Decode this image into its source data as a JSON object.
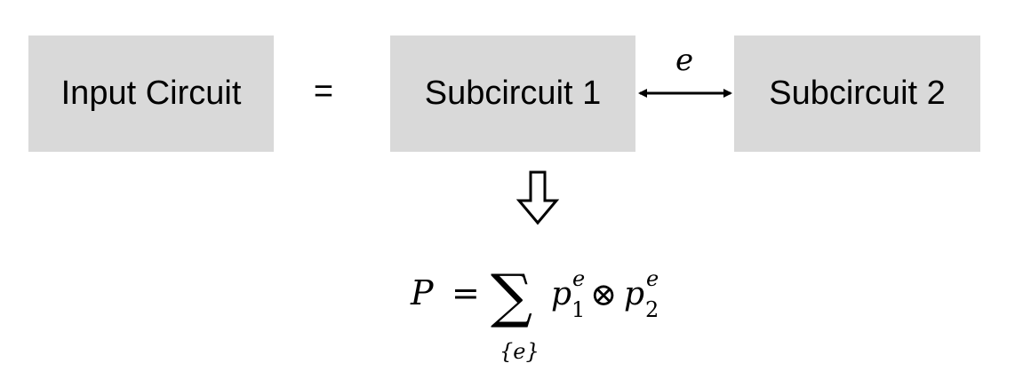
{
  "diagram": {
    "input_box": {
      "label": "Input Circuit"
    },
    "equals_sign": "=",
    "subcircuit_1": {
      "label": "Subcircuit 1"
    },
    "subcircuit_2": {
      "label": "Subcircuit 2"
    },
    "edge_label": "e",
    "box_color": "#d9d9d9"
  },
  "formula": {
    "lhs": "P",
    "equals": "=",
    "sum_symbol": "∑",
    "sum_index": "{e}",
    "term1_base": "p",
    "term1_sub": "1",
    "term1_sup": "e",
    "tensor": "⊗",
    "term2_base": "p",
    "term2_sub": "2",
    "term2_sup": "e"
  }
}
